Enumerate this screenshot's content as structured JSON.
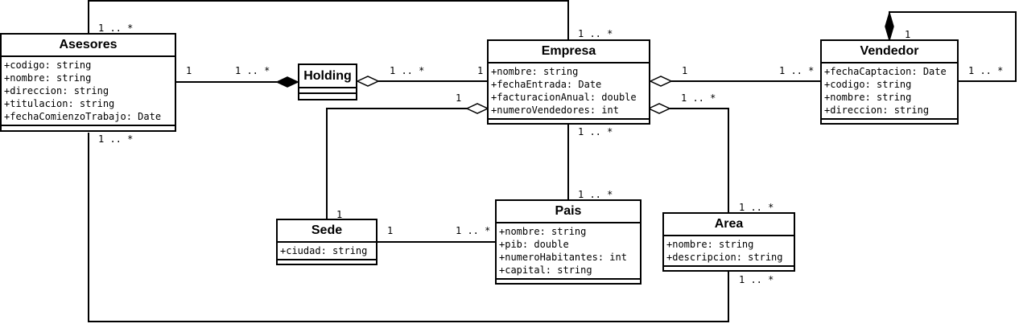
{
  "classes": {
    "asesores": {
      "name": "Asesores",
      "attributes": [
        "+codigo: string",
        "+nombre: string",
        "+direccion: string",
        "+titulacion: string",
        "+fechaComienzoTrabajo: Date"
      ]
    },
    "holding": {
      "name": "Holding",
      "attributes": []
    },
    "empresa": {
      "name": "Empresa",
      "attributes": [
        "+nombre: string",
        "+fechaEntrada: Date",
        "+facturacionAnual: double",
        "+numeroVendedores: int"
      ]
    },
    "vendedor": {
      "name": "Vendedor",
      "attributes": [
        "+fechaCaptacion: Date",
        "+codigo: string",
        "+nombre: string",
        "+direccion: string"
      ]
    },
    "sede": {
      "name": "Sede",
      "attributes": [
        "+ciudad: string"
      ]
    },
    "pais": {
      "name": "Pais",
      "attributes": [
        "+nombre: string",
        "+pib: double",
        "+numeroHabitantes: int",
        "+capital: string"
      ]
    },
    "area": {
      "name": "Area",
      "attributes": [
        "+nombre: string",
        "+descripcion: string"
      ]
    }
  },
  "multiplicities": {
    "asesores_top_right": "1 .. *",
    "asesores_bottom": "1 .. *",
    "empresa_top": "1 .. *",
    "asesores_holding_one": "1",
    "asesores_holding_many": "1 .. *",
    "holding_empresa_many": "1 .. *",
    "holding_empresa_one": "1",
    "vendedor_self_one": "1",
    "empresa_vendedor_one": "1",
    "empresa_vendedor_many": "1 .. *",
    "vendedor_self_many": "1 .. *",
    "empresa_sede_one": "1",
    "empresa_area_many": "1 .. *",
    "empresa_pais_top": "1 .. *",
    "empresa_pais_bottom": "1 .. *",
    "sede_one": "1",
    "sede_pais_one": "1",
    "sede_pais_many": "1 .. *",
    "area_top": "1 .. *",
    "area_bottom": "1 .. *"
  }
}
